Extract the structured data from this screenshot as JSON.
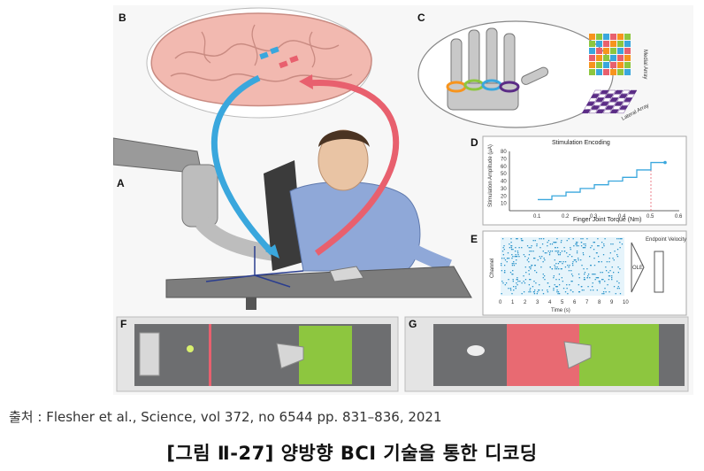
{
  "figure": {
    "panels": {
      "a": "A",
      "b": "B",
      "c": "C",
      "d": "D",
      "e": "E",
      "f": "F",
      "g": "G"
    },
    "panel_c": {
      "medial_label": "Medial Array",
      "lateral_label": "Lateral Array"
    },
    "panel_d": {
      "title": "Stimulation Encoding",
      "xlabel": "Finger Joint Torque (Nm)",
      "ylabel": "Stimulation Amplitude (μA)",
      "xticks": [
        "0.1",
        "0.2",
        "0.3",
        "0.4",
        "0.5",
        "0.6"
      ],
      "yticks": [
        "10",
        "20",
        "30",
        "40",
        "50",
        "60",
        "70",
        "80"
      ]
    },
    "panel_e": {
      "ylabel": "Channel",
      "xlabel": "Time (s)",
      "xticks": [
        "0",
        "1",
        "2",
        "3",
        "4",
        "5",
        "6",
        "7",
        "8",
        "9",
        "10"
      ],
      "box_label": "OLE",
      "output_title": "Endpoint Velocity"
    },
    "colors": {
      "feedback_arrow": "#e8606e",
      "decode_arrow": "#3aa7dd",
      "green_target": "#8dc63f",
      "red_target": "#e86a72",
      "gray_arena": "#6d6e70",
      "brain": "#f2b9b0",
      "shirt": "#8fa8d8"
    }
  },
  "chart_data": [
    {
      "type": "line",
      "title": "Stimulation Encoding",
      "xlabel": "Finger Joint Torque (Nm)",
      "ylabel": "Stimulation Amplitude (μA)",
      "xlim": [
        0,
        0.6
      ],
      "ylim": [
        0,
        80
      ],
      "series": [
        {
          "x": [
            0.1,
            0.15,
            0.15,
            0.2,
            0.2,
            0.25,
            0.25,
            0.3,
            0.3,
            0.35,
            0.35,
            0.4,
            0.4,
            0.45,
            0.45,
            0.5,
            0.5,
            0.55
          ],
          "values": [
            15,
            15,
            20,
            20,
            25,
            25,
            30,
            30,
            35,
            35,
            40,
            40,
            45,
            45,
            55,
            55,
            65,
            65
          ]
        }
      ]
    }
  ],
  "caption": {
    "source": "출처 : Flesher et al., Science, vol 372, no 6544 pp. 831–836, 2021",
    "title": "[그림 Ⅱ-27] 양방향 BCI 기술을 통한 디코딩"
  }
}
